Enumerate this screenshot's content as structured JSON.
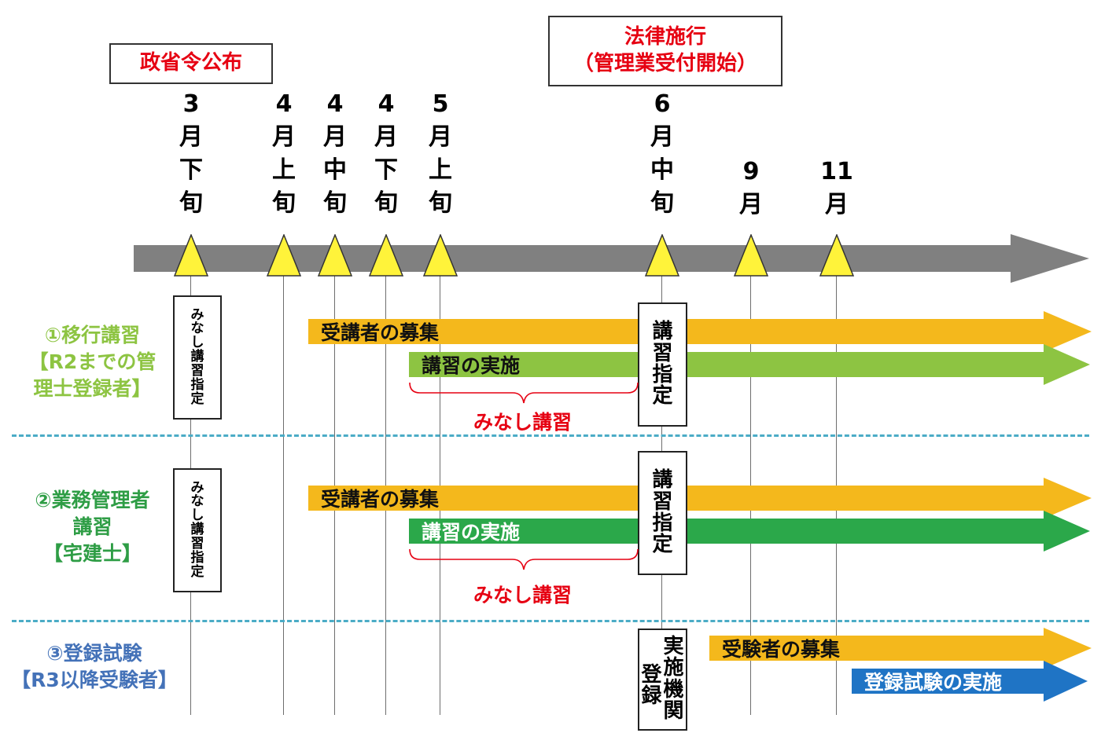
{
  "callouts": {
    "left": "政省令公布",
    "right_line1": "法律施行",
    "right_line2": "（管理業受付開始）"
  },
  "dates": [
    [
      "3",
      "月",
      "下",
      "旬"
    ],
    [
      "4",
      "月",
      "上",
      "旬"
    ],
    [
      "4",
      "月",
      "中",
      "旬"
    ],
    [
      "4",
      "月",
      "下",
      "旬"
    ],
    [
      "5",
      "月",
      "上",
      "旬"
    ],
    [
      "6",
      "月",
      "中",
      "旬"
    ],
    [
      "9",
      "月"
    ],
    [
      "11",
      "月"
    ]
  ],
  "rows": {
    "row1": {
      "label_line1": "①移行講習",
      "label_line2": "【R2までの管",
      "label_line3": "理士登録者】",
      "color": "#8dc442",
      "minashi_box": [
        "み",
        "な",
        "し",
        "講",
        "習",
        "指",
        "定"
      ],
      "recruit_label": "受講者の募集",
      "conduct_label": "講習の実施",
      "shitei_box": [
        "講",
        "習",
        "指",
        "定"
      ],
      "brace_label": "みなし講習"
    },
    "row2": {
      "label_line1": "②業務管理者",
      "label_line2": "講習",
      "label_line3": "【宅建士】",
      "color": "#2e9d45",
      "minashi_box": [
        "み",
        "な",
        "し",
        "講",
        "習",
        "指",
        "定"
      ],
      "recruit_label": "受講者の募集",
      "conduct_label": "講習の実施",
      "shitei_box": [
        "講",
        "習",
        "指",
        "定"
      ],
      "brace_label": "みなし講習"
    },
    "row3": {
      "label_line1": "③登録試験",
      "label_line2": "【R3以降受験者】",
      "color": "#4472b8",
      "box_col1": [
        "実",
        "施",
        "機",
        "関"
      ],
      "box_col2": [
        "登",
        "録"
      ],
      "recruit_label": "受験者の募集",
      "exam_label": "登録試験の実施"
    }
  },
  "colors": {
    "timeline": "#808080",
    "triangle": "#fff33a",
    "orange": "#f4b81c",
    "light_green": "#8dc442",
    "green": "#2ba84a",
    "blue": "#1f74c5",
    "dash": "#4bacc6",
    "red": "#e60012"
  }
}
